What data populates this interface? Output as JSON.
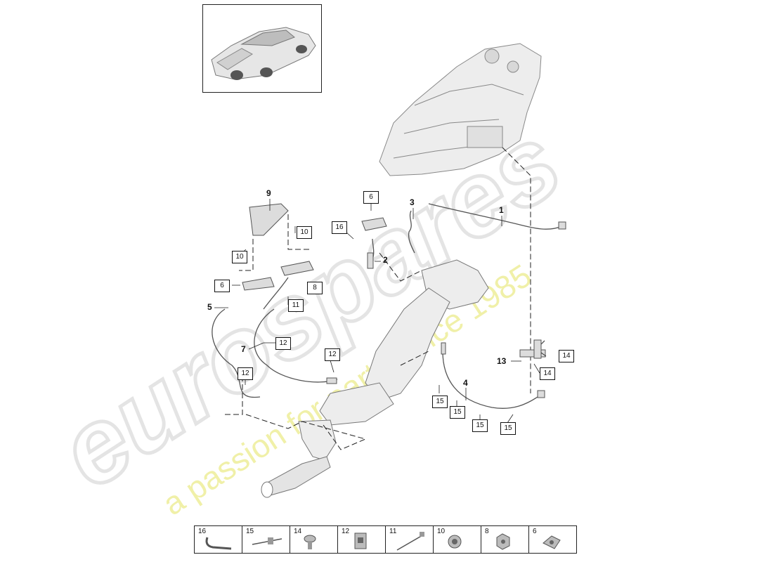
{
  "watermark": {
    "brand": "eurospares",
    "tagline": "a passion for parts since 1985",
    "brand_color": "#e3e3e3",
    "tagline_color": "#efeea0"
  },
  "callouts": {
    "n1": "1",
    "n2": "2",
    "n3": "3",
    "n4": "4",
    "n5": "5",
    "n7": "7",
    "n9": "9",
    "n13": "13"
  },
  "boxes": {
    "b6_top": "6",
    "b16": "16",
    "b10_a": "10",
    "b10_b": "10",
    "b6_left": "6",
    "b8": "8",
    "b11": "11",
    "b12_a": "12",
    "b12_b": "12",
    "b12_c": "12",
    "b14_a": "14",
    "b14_b": "14",
    "b15_a": "15",
    "b15_b": "15",
    "b15_c": "15",
    "b15_d": "15"
  },
  "legend": [
    {
      "num": "16",
      "icon": "cable-clip-icon"
    },
    {
      "num": "15",
      "icon": "cable-tie-icon"
    },
    {
      "num": "14",
      "icon": "screw-icon"
    },
    {
      "num": "12",
      "icon": "clip-icon"
    },
    {
      "num": "11",
      "icon": "cable-strap-icon"
    },
    {
      "num": "10",
      "icon": "nut-icon"
    },
    {
      "num": "8",
      "icon": "hex-nut-icon"
    },
    {
      "num": "6",
      "icon": "holder-clip-icon"
    }
  ]
}
